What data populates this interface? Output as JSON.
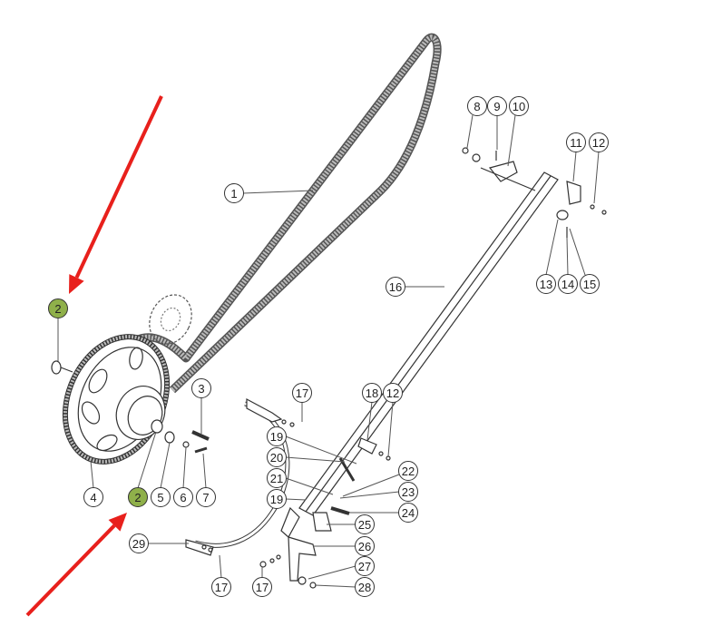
{
  "colors": {
    "arrow": "#e8201c",
    "highlight": "#8fb04a",
    "line": "#333333",
    "belt": "#9a9a9a"
  },
  "callouts": [
    {
      "label": "1",
      "highlight": false
    },
    {
      "label": "2",
      "highlight": true
    },
    {
      "label": "2",
      "highlight": true
    },
    {
      "label": "3",
      "highlight": false
    },
    {
      "label": "4",
      "highlight": false
    },
    {
      "label": "5",
      "highlight": false
    },
    {
      "label": "6",
      "highlight": false
    },
    {
      "label": "7",
      "highlight": false
    },
    {
      "label": "8",
      "highlight": false
    },
    {
      "label": "9",
      "highlight": false
    },
    {
      "label": "10",
      "highlight": false
    },
    {
      "label": "11",
      "highlight": false
    },
    {
      "label": "12",
      "highlight": false
    },
    {
      "label": "13",
      "highlight": false
    },
    {
      "label": "14",
      "highlight": false
    },
    {
      "label": "15",
      "highlight": false
    },
    {
      "label": "16",
      "highlight": false
    },
    {
      "label": "17",
      "highlight": false
    },
    {
      "label": "18",
      "highlight": false
    },
    {
      "label": "12",
      "highlight": false
    },
    {
      "label": "19",
      "highlight": false
    },
    {
      "label": "20",
      "highlight": false
    },
    {
      "label": "21",
      "highlight": false
    },
    {
      "label": "19",
      "highlight": false
    },
    {
      "label": "22",
      "highlight": false
    },
    {
      "label": "23",
      "highlight": false
    },
    {
      "label": "24",
      "highlight": false
    },
    {
      "label": "25",
      "highlight": false
    },
    {
      "label": "26",
      "highlight": false
    },
    {
      "label": "27",
      "highlight": false
    },
    {
      "label": "28",
      "highlight": false
    },
    {
      "label": "29",
      "highlight": false
    },
    {
      "label": "17",
      "highlight": false
    },
    {
      "label": "17",
      "highlight": false
    }
  ]
}
